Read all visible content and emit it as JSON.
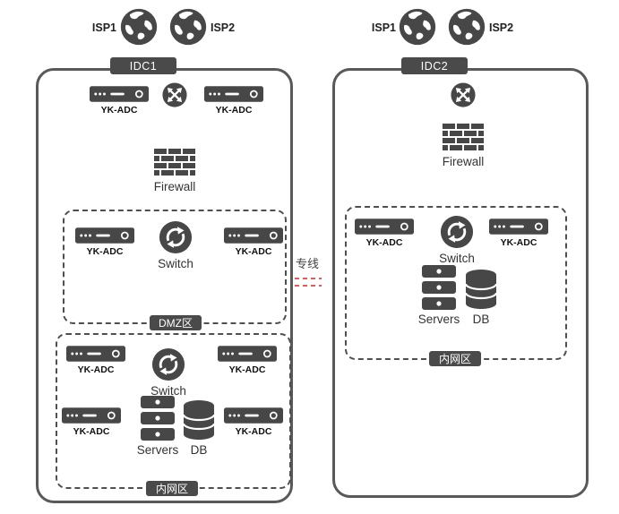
{
  "left_idc": {
    "title": "IDC1",
    "isp_left": "ISP1",
    "isp_right": "ISP2",
    "top_adcs": [
      "YK-ADC",
      "YK-ADC"
    ],
    "firewall_label": "Firewall",
    "dmz_zone": {
      "badge": "DMZ区",
      "adcs": [
        "YK-ADC",
        "YK-ADC"
      ],
      "switch_label": "Switch"
    },
    "intranet_zone": {
      "badge": "内网区",
      "top_adcs": [
        "YK-ADC",
        "YK-ADC"
      ],
      "switch_label": "Switch",
      "servers_label": "Servers",
      "db_label": "DB",
      "bottom_adcs": [
        "YK-ADC",
        "YK-ADC"
      ]
    }
  },
  "link": {
    "label": "专线"
  },
  "right_idc": {
    "title": "IDC2",
    "isp_left": "ISP1",
    "isp_right": "ISP2",
    "firewall_label": "Firewall",
    "intranet_zone": {
      "badge": "内网区",
      "adcs": [
        "YK-ADC",
        "YK-ADC"
      ],
      "switch_label": "Switch",
      "servers_label": "Servers",
      "db_label": "DB"
    }
  },
  "colors": {
    "icon_dark": "#474747",
    "border_gray": "#595959",
    "link_red": "#e05c5c"
  }
}
